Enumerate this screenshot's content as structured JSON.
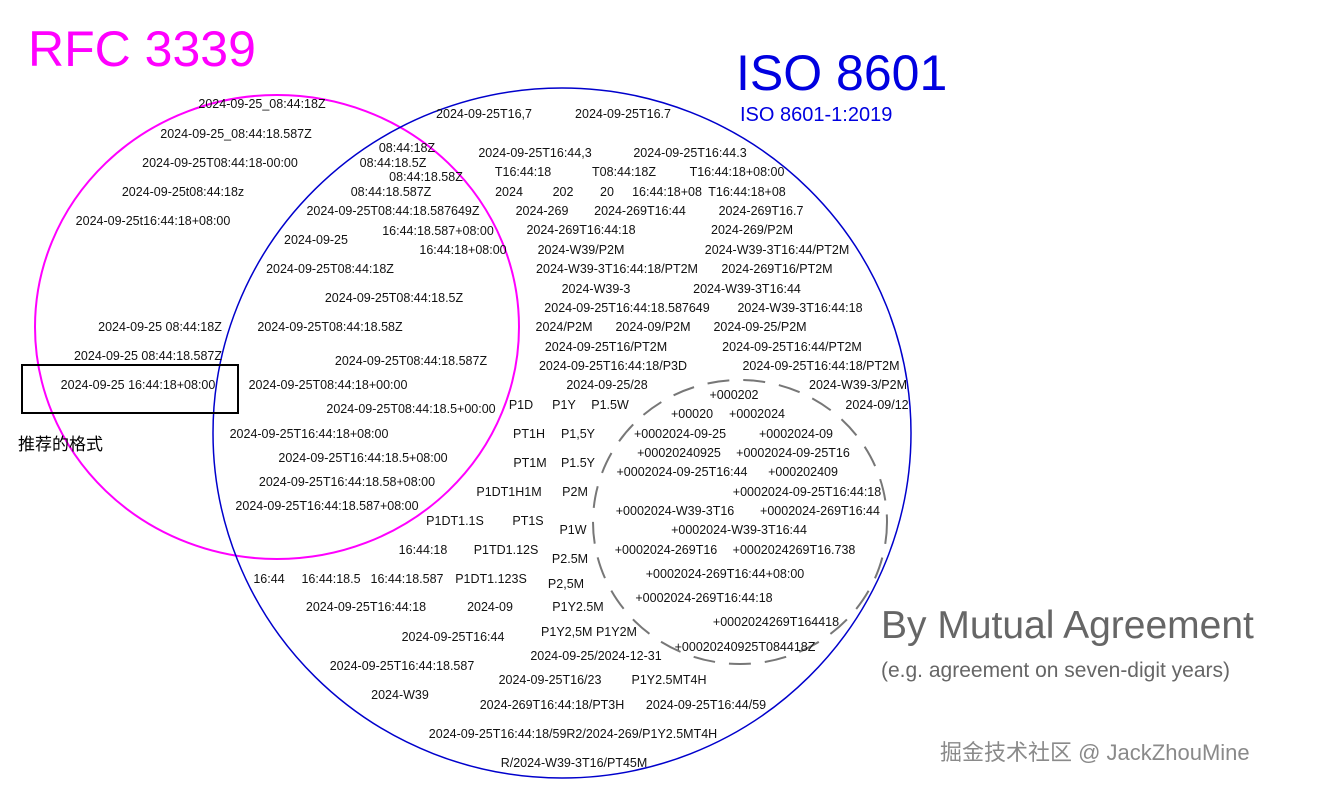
{
  "titles": {
    "rfc": "RFC 3339",
    "iso": "ISO 8601",
    "iso_sub": "ISO 8601-1:2019",
    "mutual": "By Mutual Agreement",
    "mutual_sub": "(e.g. agreement on seven-digit years)",
    "recommended": "推荐的格式",
    "watermark": "掘金技术社区 @ JackZhouMine"
  },
  "colors": {
    "rfc": "#ff00ff",
    "iso": "#0000e0",
    "mutual": "#777777"
  },
  "rfc_only": [
    "2024-09-25_08:44:18Z",
    "2024-09-25_08:44:18.587Z",
    "2024-09-25T08:44:18-00:00",
    "2024-09-25t08:44:18z",
    "2024-09-25t16:44:18+08:00",
    "2024-09-25 08:44:18Z",
    "2024-09-25 08:44:18.587Z",
    "2024-09-25 16:44:18+08:00"
  ],
  "both": [
    "08:44:18Z",
    "08:44:18.5Z",
    "08:44:18.58Z",
    "08:44:18.587Z",
    "2024-09-25T08:44:18.587649Z",
    "2024-09-25",
    "16:44:18.587+08:00",
    "16:44:18+08:00",
    "2024-09-25T08:44:18Z",
    "2024-09-25T08:44:18.5Z",
    "2024-09-25T08:44:18.58Z",
    "2024-09-25T08:44:18.587Z",
    "2024-09-25T08:44:18+00:00",
    "2024-09-25T08:44:18.5+00:00",
    "2024-09-25T16:44:18+08:00",
    "2024-09-25T16:44:18.5+08:00",
    "2024-09-25T16:44:18.58+08:00",
    "2024-09-25T16:44:18.587+08:00"
  ],
  "iso_only": [
    "2024-09-25T16,7",
    "2024-09-25T16.7",
    "2024-09-25T16:44,3",
    "2024-09-25T16:44.3",
    "T16:44:18",
    "T08:44:18Z",
    "T16:44:18+08:00",
    "2024",
    "202",
    "20",
    "16:44:18+08",
    "T16:44:18+08",
    "2024-269",
    "2024-269T16:44",
    "2024-269T16.7",
    "2024-269T16:44:18",
    "2024-269/P2M",
    "2024-W39/P2M",
    "2024-W39-3T16:44/PT2M",
    "2024-W39-3T16:44:18/PT2M",
    "2024-269T16/PT2M",
    "2024-W39-3",
    "2024-W39-3T16:44",
    "2024-09-25T16:44:18.587649",
    "2024-W39-3T16:44:18",
    "2024/P2M",
    "2024-09/P2M",
    "2024-09-25/P2M",
    "2024-09-25T16/PT2M",
    "2024-09-25T16:44/PT2M",
    "2024-09-25T16:44:18/P3D",
    "2024-09-25T16:44:18/PT2M",
    "2024-09-25/28",
    "2024-W39-3/P2M",
    "2024-09/12",
    "P1D",
    "P1Y",
    "P1.5W",
    "PT1H",
    "P1,5Y",
    "PT1M",
    "P1.5Y",
    "P1DT1H1M",
    "P2M",
    "P1DT1.1S",
    "PT1S",
    "P1W",
    "16:44:18",
    "P1TD1.12S",
    "P2.5M",
    "16:44",
    "16:44:18.5",
    "16:44:18.587",
    "P1DT1.123S",
    "P2,5M",
    "2024-09-25T16:44:18",
    "2024-09",
    "P1Y2.5M",
    "2024-09-25T16:44",
    "P1Y2,5M P1Y2M",
    "2024-09-25T16:44:18.587",
    "2024-09-25/2024-12-31",
    "2024-W39",
    "2024-09-25T16/23",
    "P1Y2.5MT4H",
    "2024-269T16:44:18/PT3H",
    "2024-09-25T16:44/59",
    "2024-09-25T16:44:18/59R2/2024-269/P1Y2.5MT4H",
    "R/2024-W39-3T16/PT45M"
  ],
  "mutual": [
    "+000202",
    "+00020",
    "+0002024",
    "+0002024-09-25",
    "+0002024-09",
    "+00020240925",
    "+0002024-09-25T16",
    "+0002024-09-25T16:44",
    "+000202409",
    "+0002024-09-25T16:44:18",
    "+0002024-W39-3T16",
    "+0002024-269T16:44",
    "+0002024-W39-3T16:44",
    "+0002024-269T16",
    "+0002024269T16.738",
    "+0002024-269T16:44+08:00",
    "+0002024-269T16:44:18",
    "+0002024269T164418",
    "+00020240925T084418Z"
  ]
}
